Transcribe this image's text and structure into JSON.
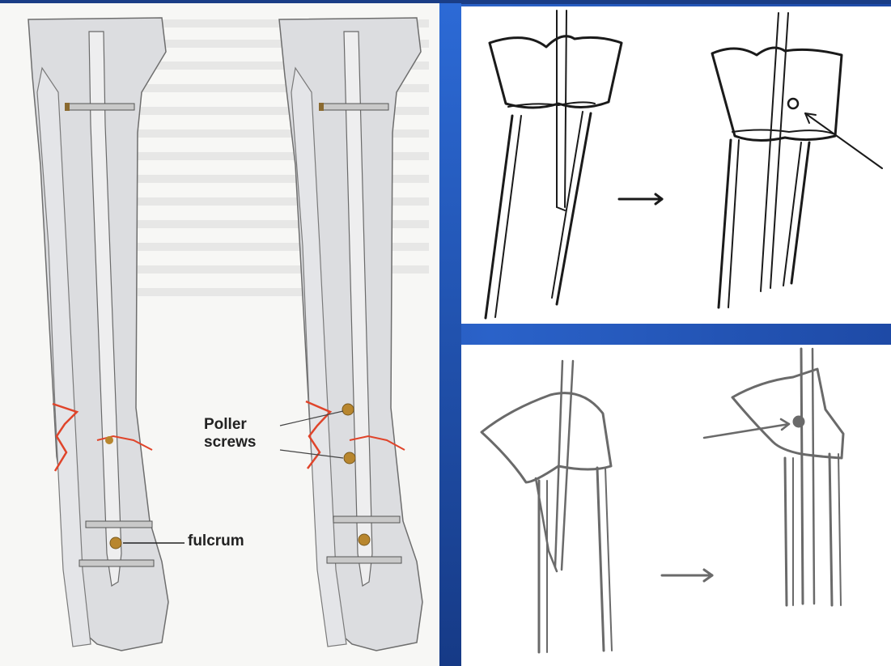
{
  "labels": {
    "poller_line1": "Poller",
    "poller_line2": "screws",
    "fulcrum": "fulcrum"
  },
  "colors": {
    "slide_blue": "#2a62c9",
    "bone_fill": "#dcdde0",
    "bone_stroke": "#6e6e6e",
    "fracture_red": "#e0442a",
    "screw_gold": "#b8862e",
    "sketch_ink": "#1a1a1a",
    "sketch_grey": "#6a6a6a"
  },
  "icons": {
    "arrow": "right-arrow-icon",
    "pointer": "pointer-arrow-icon"
  }
}
